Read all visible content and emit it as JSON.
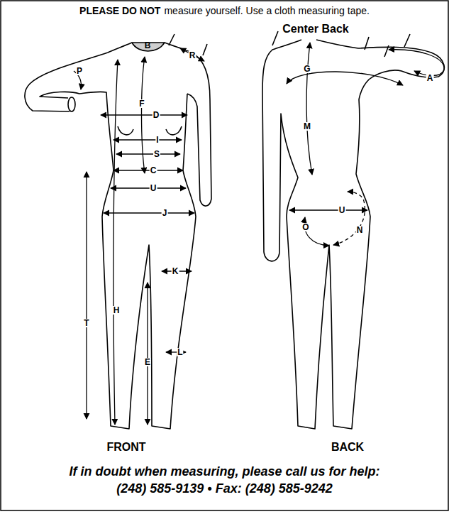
{
  "diagram": {
    "labels": [
      "PLEASE DO NOT",
      "measure yourself. Use a cloth measuring tape.",
      "Center Back",
      "B",
      "R",
      "P",
      "F",
      "D",
      "I",
      "S",
      "C",
      "U",
      "J",
      "K",
      "H",
      "T",
      "E",
      "L",
      "G",
      "A",
      "M",
      "U",
      "O",
      "N",
      "FRONT",
      "BACK",
      "If in doubt when measuring, please call us for help:",
      "(248) 585-9139 • Fax: (248) 585-9242"
    ]
  }
}
